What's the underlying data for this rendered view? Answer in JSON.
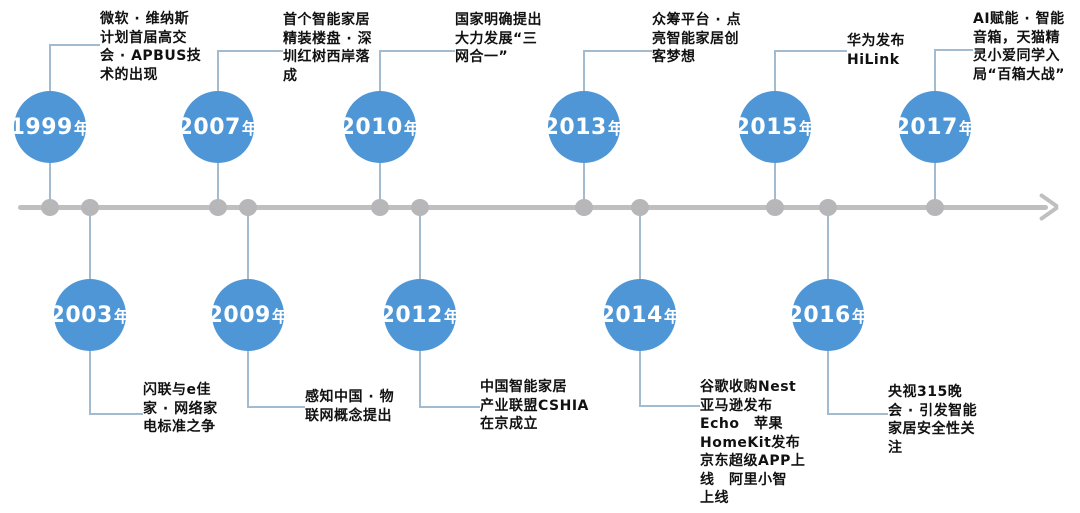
{
  "diagram": {
    "type": "timeline",
    "subject": "smart-home industry milestones",
    "axis": {
      "direction": "horizontal",
      "arrow": "right"
    },
    "colors": {
      "circle": "#4e96d6",
      "line": "#bfbfbf",
      "dot": "#b7b7b9",
      "connector": "#a3bbce",
      "text": "#111111"
    },
    "events": [
      {
        "year": "1999",
        "suffix": "年",
        "side": "top",
        "text": "微软 · 维纳斯\n计划首届高交\n会 · APBUS技\n术的出现"
      },
      {
        "year": "2003",
        "suffix": "年",
        "side": "bottom",
        "text": "闪联与e佳\n家 · 网络家\n电标准之争"
      },
      {
        "year": "2007",
        "suffix": "年",
        "side": "top",
        "text": "首个智能家居\n精装楼盘 · 深\n圳红树西岸落\n成"
      },
      {
        "year": "2009",
        "suffix": "年",
        "side": "bottom",
        "text": "感知中国 · 物\n联网概念提出"
      },
      {
        "year": "2010",
        "suffix": "年",
        "side": "top",
        "text": "国家明确提出\n大力发展“三\n网合一”"
      },
      {
        "year": "2012",
        "suffix": "年",
        "side": "bottom",
        "text": "中国智能家居\n产业联盟CSHIA\n在京成立"
      },
      {
        "year": "2013",
        "suffix": "年",
        "side": "top",
        "text": "众筹平台 · 点\n亮智能家居创\n客梦想"
      },
      {
        "year": "2014",
        "suffix": "年",
        "side": "bottom",
        "text": "谷歌收购Nest\n亚马逊发布\nEcho　苹果\nHomeKit发布\n京东超级APP上\n线　阿里小智\n上线"
      },
      {
        "year": "2015",
        "suffix": "年",
        "side": "top",
        "text": "华为发布\nHiLink"
      },
      {
        "year": "2016",
        "suffix": "年",
        "side": "bottom",
        "text": "央视315晚\n会 · 引发智能\n家居安全性关\n注"
      },
      {
        "year": "2017",
        "suffix": "年",
        "side": "top",
        "text": "AI赋能 · 智能\n音箱，天猫精\n灵小爱同学入\n局“百箱大战”"
      }
    ]
  }
}
